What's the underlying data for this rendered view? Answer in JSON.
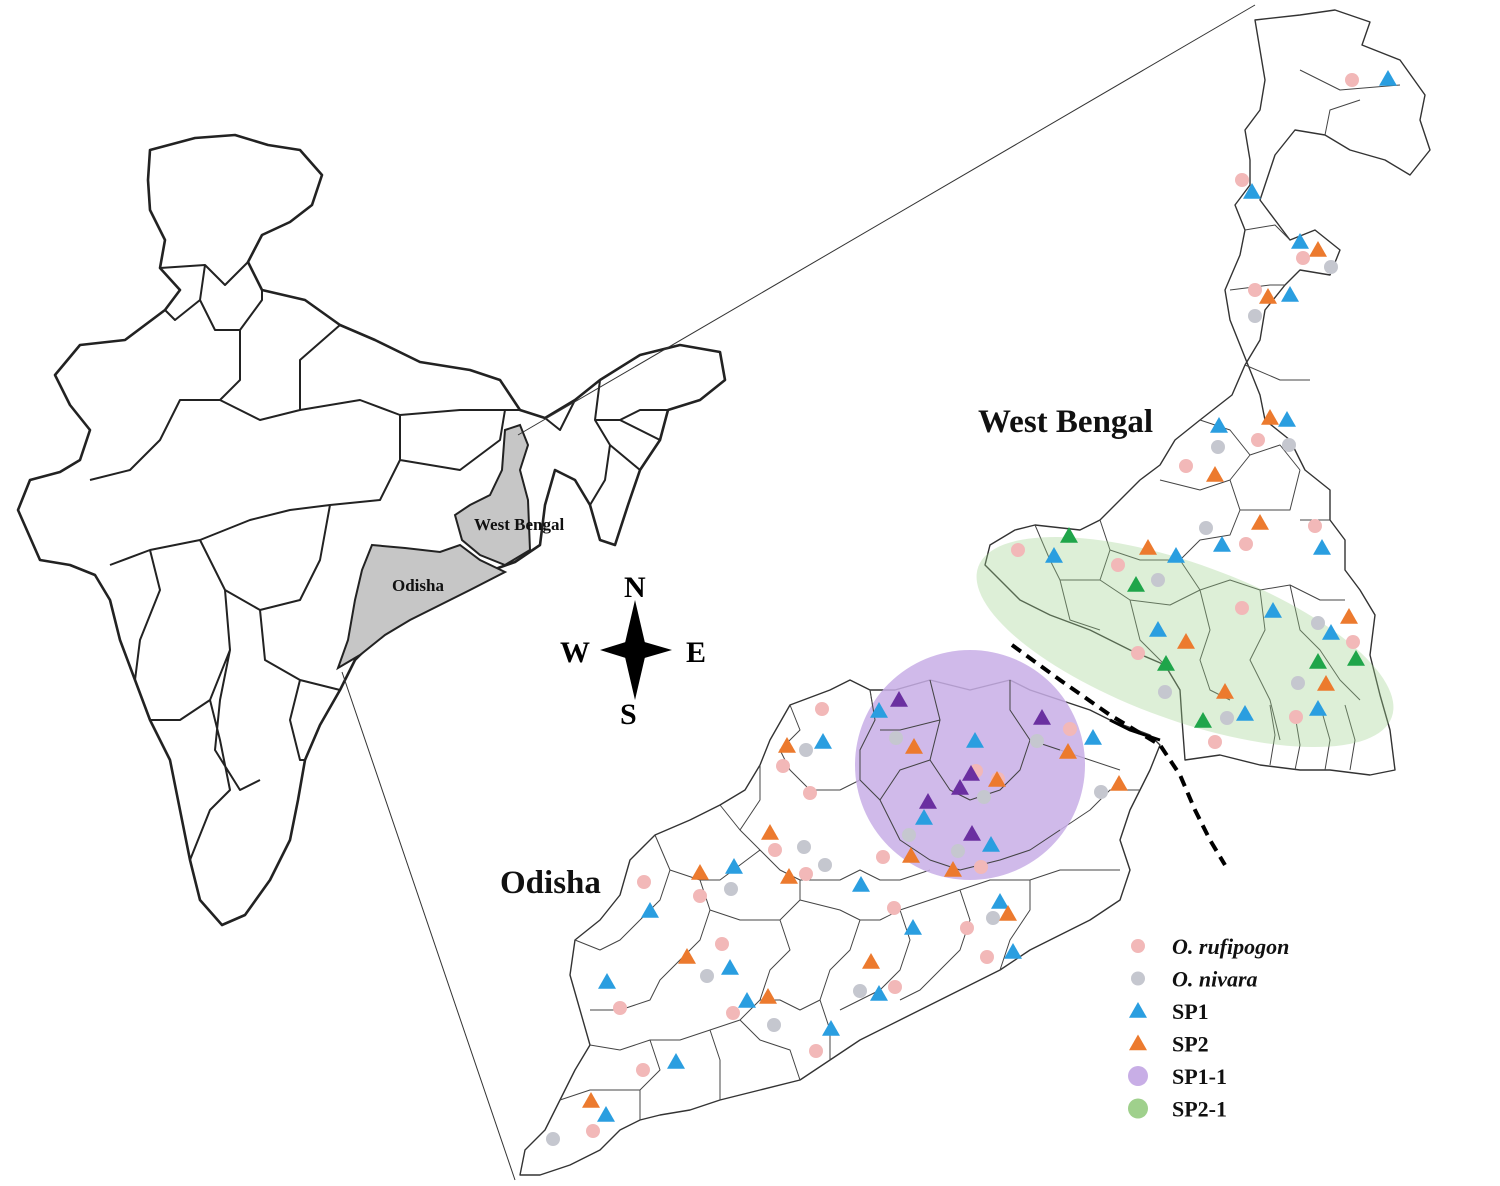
{
  "labels": {
    "india_west_bengal": "West Bengal",
    "india_odisha": "Odisha",
    "west_bengal": "West Bengal",
    "odisha": "Odisha"
  },
  "compass": {
    "n": "N",
    "s": "S",
    "e": "E",
    "w": "W"
  },
  "legend": [
    {
      "key": "rufipogon",
      "label": "O. rufipogon",
      "italic": true,
      "shape": "circle",
      "color": "#f2b8b8"
    },
    {
      "key": "nivara",
      "label": "O. nivara",
      "italic": true,
      "shape": "circle",
      "color": "#c5c7cf"
    },
    {
      "key": "sp1",
      "label": "SP1",
      "italic": false,
      "shape": "triangle",
      "color": "#2a9ee0"
    },
    {
      "key": "sp2",
      "label": "SP2",
      "italic": false,
      "shape": "triangle",
      "color": "#ec7a2e"
    },
    {
      "key": "sp11",
      "label": "SP1-1",
      "italic": false,
      "shape": "circle",
      "color": "#c8aee6"
    },
    {
      "key": "sp21",
      "label": "SP2-1",
      "italic": false,
      "shape": "circle",
      "color": "#9fd08c"
    }
  ],
  "highlight_colors": {
    "sp1_1_marker": "#6a2fa0",
    "sp2_1_marker": "#1fa54a",
    "state_fill": "#c6c6c6"
  }
}
